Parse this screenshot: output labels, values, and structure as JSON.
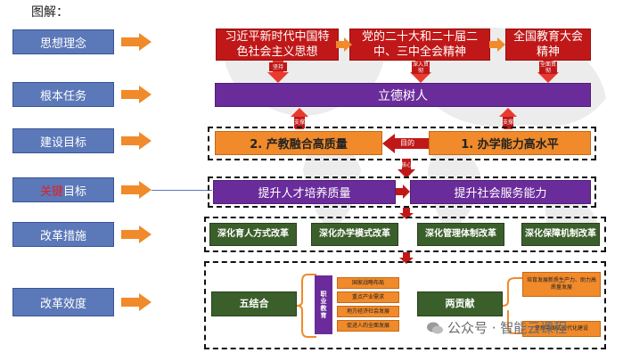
{
  "title": "图解：",
  "left_labels": {
    "l1": "思想理念",
    "l2": "根本任务",
    "l3": "建设目标",
    "l4_red": "关键",
    "l4_rest": "目标",
    "l5": "改革措施",
    "l6": "改革效度"
  },
  "row1": {
    "a": "习近平新时代中国特色社会主义思想",
    "b": "党的二十大和二十届二中、三中全会精神",
    "c": "全国教育大会精神",
    "tag_a": "坚持",
    "tag_b": "深入贯彻",
    "tag_c": "全面贯彻"
  },
  "row2": {
    "main": "立德树人"
  },
  "support": {
    "left": "支撑",
    "right": "支撑"
  },
  "row3": {
    "left": "2. 产教融合高质量",
    "mid": "目的",
    "right": "1. 办学能力高水平",
    "core": "核心"
  },
  "row4": {
    "left": "提升人才培养质量",
    "right": "提升社会服务能力"
  },
  "row5": {
    "items": [
      "深化育人方式改革",
      "深化办学模式改革",
      "深化管理体制改革",
      "深化保障机制改革"
    ]
  },
  "row6": {
    "five": "五结合",
    "vertical": "职业教育",
    "list": [
      "国家战略布局",
      "重点产业需求",
      "地方经济社会发展",
      "促进人的全面发展"
    ],
    "two": "两贡献",
    "right_top": "培育发展新质生产力、助力高质量发展",
    "right_bottom": "支撑中国式现代化建设"
  },
  "watermark": "公众号 · 智能云课程",
  "colors": {
    "label_blue": "#5b78b8",
    "arrow_orange": "#f08a2b",
    "red": "#c01818",
    "purple": "#6a2c9a",
    "green": "#3b5f2a"
  }
}
